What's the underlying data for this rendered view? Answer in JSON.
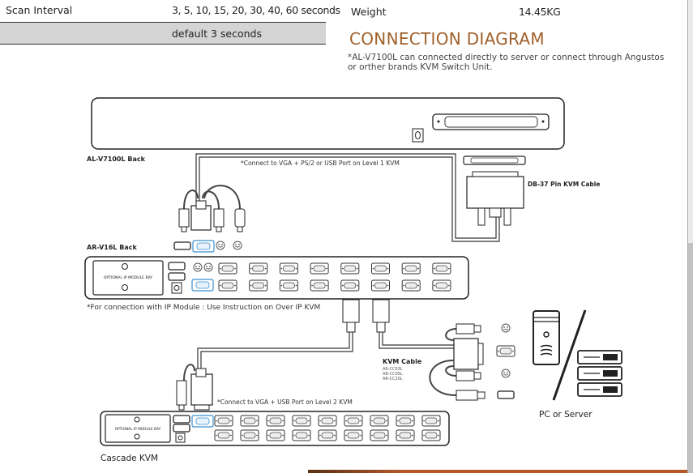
{
  "specs": {
    "scan_interval_label": "Scan Interval",
    "scan_interval_value": "3, 5, 10, 15, 20, 30, 40, 60 seconds",
    "scan_interval_default": "default 3 seconds",
    "weight_label": "Weight",
    "weight_value": "14.45KG"
  },
  "diagram": {
    "title": "CONNECTION DIAGRAM",
    "note": "*AL-V7100L can connected directly to server or connect through Angustos or orther brands KVM Switch Unit.",
    "labels": {
      "al_back": "AL-V7100L Back",
      "connect_level1": "*Connect to VGA + PS/2 or USB Port on Level 1 KVM",
      "db37_cable": "DB-37 Pin KVM Cable",
      "ar_back": "AR-V16L Back",
      "optional_bay": "OPTIONAL IP MODULE BAY",
      "ip_module_note": "*For connection with IP Module : Use Instruction on Over IP KVM",
      "kvm_cable": "KVM Cable",
      "kvm_cable_models": [
        "AR-CC03L",
        "AR-CC05L",
        "AR-CC10L"
      ],
      "connect_level2": "*Connect to VGA + USB Port on Level 2 KVM",
      "cascade_kvm": "Cascade KVM",
      "pc_or_server": "PC or Server"
    },
    "accent_color": "#a0602a",
    "highlight_port_color": "#3a8fd0"
  }
}
